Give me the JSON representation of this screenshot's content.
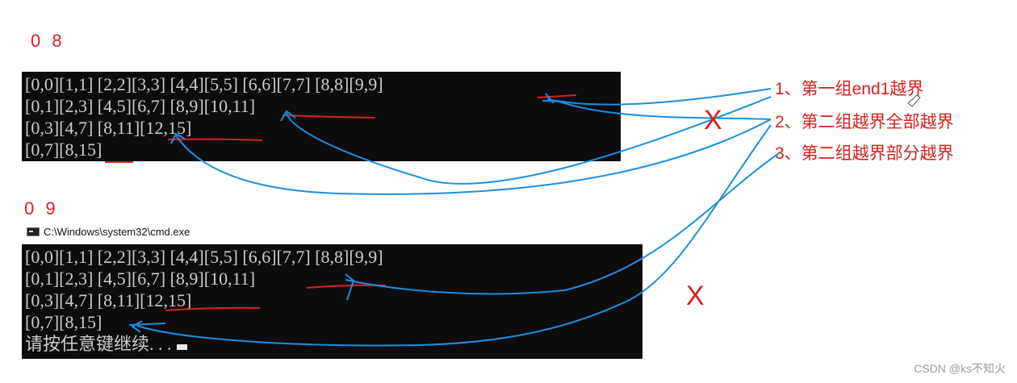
{
  "sections": {
    "top_label": "0 8",
    "bottom_label": "0 9"
  },
  "window": {
    "title": "C:\\Windows\\system32\\cmd.exe",
    "icon": "cmd-window-icon"
  },
  "terminal_top": {
    "lines": [
      "[0,0][1,1] [2,2][3,3] [4,4][5,5] [6,6][7,7] [8,8][9,9]",
      "[0,1][2,3] [4,5][6,7] [8,9][10,11]",
      "[0,3][4,7] [8,11][12,15]",
      "[0,7][8,15]"
    ]
  },
  "terminal_bottom": {
    "lines": [
      "[0,0][1,1] [2,2][3,3] [4,4][5,5] [6,6][7,7] [8,8][9,9]",
      "[0,1][2,3] [4,5][6,7] [8,9][10,11]",
      "[0,3][4,7] [8,11][12,15]",
      "[0,7][8,15]",
      "请按任意键继续. . ."
    ]
  },
  "notes": [
    "1、第一组end1越界",
    "2、第二组越界全部越界",
    "3、第二组越界部分越界"
  ],
  "marks": {
    "cross": "X"
  },
  "watermark": "CSDN @ks不知火",
  "colors": {
    "annotation_red": "#d92020",
    "annotation_blue": "#1a8fe0",
    "terminal_bg": "#0c0c0c",
    "terminal_text": "#cccccc"
  }
}
